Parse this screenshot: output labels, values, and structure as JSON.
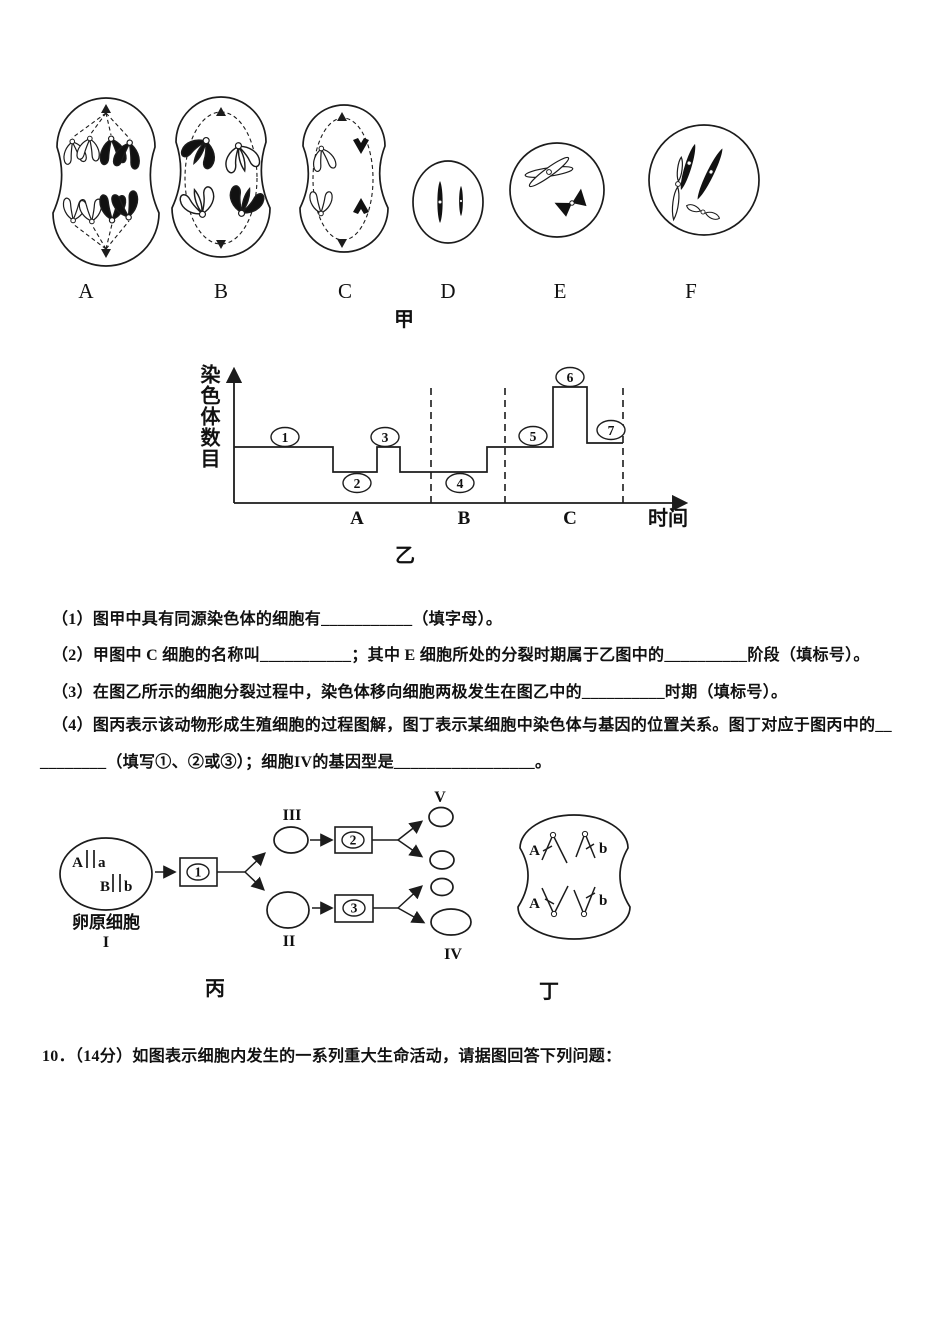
{
  "captions": {
    "jia": "甲",
    "yi": "乙",
    "bing": "丙",
    "ding": "丁"
  },
  "figure_jia": {
    "cell_labels": [
      "A",
      "B",
      "C",
      "D",
      "E",
      "F"
    ]
  },
  "chart_data": {
    "type": "line",
    "subtype": "step",
    "title": "乙",
    "xlabel": "时间",
    "ylabel": "染色体数目",
    "grid": false,
    "phase_labels": [
      "A",
      "B",
      "C"
    ],
    "phases": [
      {
        "label": "A",
        "t_range": [
          0,
          4.4
        ]
      },
      {
        "label": "B",
        "t_range": [
          4.4,
          6.0
        ]
      },
      {
        "label": "C",
        "t_range": [
          6.0,
          8.7
        ]
      }
    ],
    "dashed_boundaries_t": [
      4.4,
      6.0,
      8.7
    ],
    "y_levels": {
      "n": 1,
      "2n": 2,
      "4n": 4
    },
    "segments": [
      {
        "marker": "①",
        "level_n": 2,
        "t": [
          0,
          2.2
        ]
      },
      {
        "marker": "②",
        "level_n": 1,
        "t": [
          2.2,
          3.2
        ]
      },
      {
        "marker": "③",
        "level_n": 2,
        "t": [
          3.2,
          3.7
        ]
      },
      {
        "marker": "④",
        "level_n": 1,
        "t": [
          3.7,
          5.6
        ]
      },
      {
        "marker": "⑤",
        "level_n": 2,
        "t": [
          5.6,
          7.1
        ]
      },
      {
        "marker": "⑥",
        "level_n": 4,
        "t": [
          7.1,
          7.9
        ]
      },
      {
        "marker": "⑦",
        "level_n": 2,
        "t": [
          7.9,
          8.7
        ]
      }
    ],
    "marker_digits": [
      "1",
      "2",
      "3",
      "4",
      "5",
      "6",
      "7"
    ]
  },
  "figure_bing": {
    "source_cell": {
      "gene_row1_left": "A",
      "gene_row1_right": "a",
      "gene_row2_left": "B",
      "gene_row2_right": "b",
      "name": "卵原细胞",
      "numeral": "I"
    },
    "box_digits": [
      "1",
      "2",
      "3"
    ],
    "labels": {
      "three": "III",
      "two": "II",
      "five": "V",
      "four": "IV"
    }
  },
  "figure_ding": {
    "top_left": "A",
    "top_right": "b",
    "bottom_left": "A",
    "bottom_right": "b"
  },
  "questions": {
    "q1": "（1）图甲中具有同源染色体的细胞有___________（填字母）。",
    "q2": "（2）甲图中 C 细胞的名称叫___________；其中 E 细胞所处的分裂时期属于乙图中的__________阶段（填标号）。",
    "q3": "（3）在图乙所示的细胞分裂过程中，染色体移向细胞两极发生在图乙中的__________时期（填标号）。",
    "q4_line1": "（4）图丙表示该动物形成生殖细胞的过程图解，图丁表示某细胞中染色体与基因的位置关系。图丁对应于图丙中的__",
    "q4_line2": "________（填写①、②或③）；细胞IV的基因型是_________________。",
    "q10": "10．（14分）如图表示细胞内发生的一系列重大生命活动，请据图回答下列问题："
  }
}
